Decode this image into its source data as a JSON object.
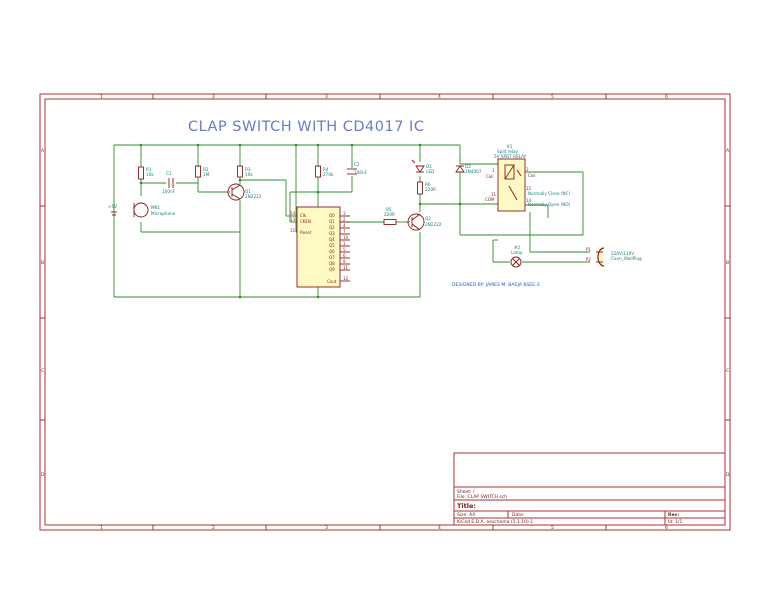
{
  "schematic": {
    "title_text": "CLAP SWITCH WITH CD4017 IC",
    "designer_note": "DESIGNED BY: JAMES M. BAEJA BSEE-3",
    "border_col_marks": [
      "1",
      "2",
      "3",
      "4",
      "5",
      "6"
    ],
    "border_row_marks": [
      "A",
      "B",
      "C",
      "D"
    ]
  },
  "components": {
    "r1": {
      "ref": "R1",
      "value": "10k"
    },
    "r2": {
      "ref": "R2",
      "value": "1M"
    },
    "r3": {
      "ref": "R3",
      "value": "10k"
    },
    "r4": {
      "ref": "R4",
      "value": "270k"
    },
    "r5": {
      "ref": "R5",
      "value": "220R"
    },
    "r6": {
      "ref": "R6",
      "value": "220R"
    },
    "c1": {
      "ref": "C1",
      "value": "100nF"
    },
    "c2": {
      "ref": "C2",
      "value": "100nF"
    },
    "q1": {
      "ref": "Q1",
      "value": "2N2222"
    },
    "q2": {
      "ref": "Q2",
      "value": "2N2222"
    },
    "d1": {
      "ref": "D1",
      "value": "LED"
    },
    "d2": {
      "ref": "D2",
      "value": "1N4007"
    },
    "mk1": {
      "ref": "MK1",
      "value": "Microphone"
    },
    "supply": {
      "ref": "+5V"
    },
    "u1": {
      "pins_left": [
        "Clk",
        "CKEN",
        "Reset"
      ],
      "pins_right": [
        "Q0",
        "Q1",
        "Q2",
        "Q3",
        "Q4",
        "Q5",
        "Q6",
        "Q7",
        "Q8",
        "Q9"
      ],
      "pin_bottom": "Cout",
      "pin_nums_left": [
        "14",
        "13",
        "15"
      ],
      "pin_nums_right": [
        "3",
        "2",
        "4",
        "7",
        "10",
        "1",
        "5",
        "6",
        "9",
        "11",
        "12"
      ]
    },
    "k1": {
      "ref": "K1",
      "line1": "Split relay",
      "line2": "5V SPDT RELAY",
      "coil_label": "Coil",
      "com_label": "COM",
      "pin_nc": "Normally Close (NC)",
      "pin_no": "Normally Open (NO)",
      "pin_nums": [
        "1",
        "2",
        "11",
        "12",
        "14"
      ]
    },
    "lamp": {
      "ref": "#2",
      "value": "Lamp"
    },
    "plug": {
      "value": "220V/110V",
      "line2": "Conn_WallPlug",
      "pins": [
        "P1",
        "P2"
      ]
    }
  },
  "title_block": {
    "sheet": "Sheet: /",
    "file": "File: CLAP SWITCH.sch",
    "title_label": "Title:",
    "size": "Size: A4",
    "date": "Date:",
    "rev": "Rev:",
    "tool": "KiCad E.D.A.  eeschema (5.1.10)-1",
    "id": "Id: 1/1"
  },
  "colors": {
    "wire": "#2e8b2e",
    "component": "#8b1a1a",
    "component_fill": "#fff9c4",
    "label": "#1a7a7a",
    "title_text": "#6b7bc4",
    "border": "#a83232",
    "designer_note": "#3a4fc4"
  }
}
